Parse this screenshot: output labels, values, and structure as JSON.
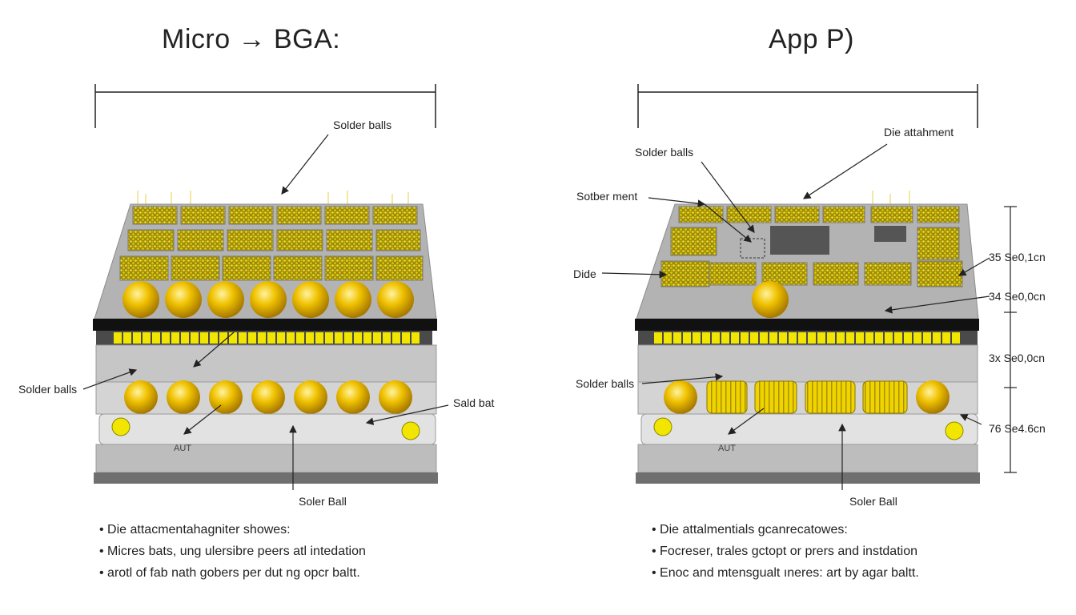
{
  "left": {
    "title": "Micro → BGA:",
    "labels": {
      "top_solder_balls": "Solder balls",
      "side_solder_balls": "Solder balls",
      "sald_bat": "Sald bat",
      "solder_ball_bottom": "Soler Ball",
      "aut": "AUT"
    },
    "bullets": [
      "Die attacmentahagniter showes:",
      "Micres bats, ung ulersibre peers atl intedation",
      "arotl of fab nath gobers per dut ng opcr baltt."
    ]
  },
  "right": {
    "title": "App P)",
    "labels": {
      "die_attachment": "Die attahment",
      "solder_balls_top": "Solder balls",
      "solder_ment": "Sotber ment",
      "dide": "Dide",
      "solder_balls_side": "Solder balls",
      "solder_ball_bottom": "Soler Ball",
      "aut": "AUT"
    },
    "dimensions": [
      "35 Se0,1cn",
      "34 Se0,0cn",
      "3x Se0,0cn",
      "76 Se4.6cn"
    ],
    "bullets": [
      "Die attalmentials gcanrecatowes:",
      "Focreser, trales gctopt or prers and instdation",
      "Enoc and mtensgualt ıneres: art by agar baltt."
    ]
  },
  "colors": {
    "gold": "#e6b400",
    "yellow": "#f2e600",
    "gray": "#a9a9a9",
    "dark": "#111111"
  }
}
